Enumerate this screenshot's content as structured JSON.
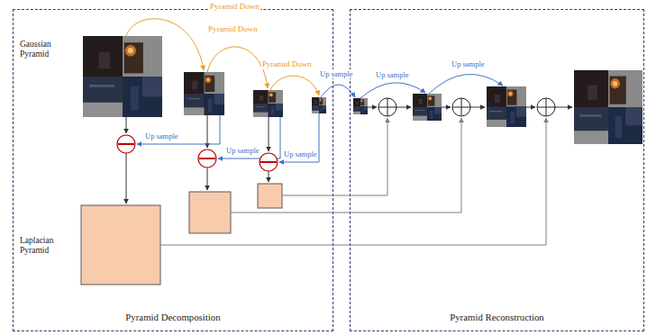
{
  "diagram": {
    "nodes": [
      {
        "text": [
          "Pyramid Decomposition"
        ]
      },
      {
        "text": [
          "Pyramid Reconstruction"
        ]
      }
    ],
    "labels": [
      "Gaussian Pyramid",
      "Pyramid Down",
      "Pyramid Down",
      "Pyramid Down",
      "Up sample",
      "Up sample",
      "Up sample",
      "Laplacian Pyramid",
      "Up sample",
      "Up sample",
      "Up sample"
    ]
  }
}
